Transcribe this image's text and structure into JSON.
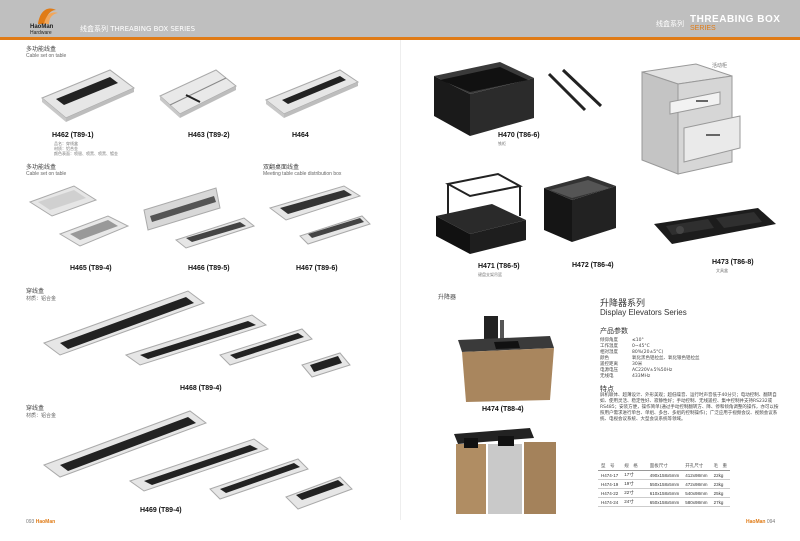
{
  "header": {
    "brand": "HaoMan",
    "brand_sub": "Hardware",
    "left_title": "线盒系列 THREABING BOX SERIES",
    "right_cn": "线盒系列",
    "right_en": "THREABING BOX",
    "right_sub": "SERIES"
  },
  "sections": {
    "s1": {
      "cn": "多功能线盒",
      "en": "Cable set on table"
    },
    "s2": {
      "cn": "多功能线盒",
      "en": "Cable set on table"
    },
    "s3": {
      "cn": "双翻桌面线盒",
      "en": "Meeting table cable distribution box"
    },
    "s4": {
      "cn": "穿线盒",
      "en": "材质：铝合金"
    },
    "s5": {
      "cn": "穿线盒",
      "en": "材质：铝合金"
    },
    "s6": {
      "cn": "升降器"
    }
  },
  "products": {
    "h462": {
      "code": "H462 (T89-1)",
      "note1": "品名：穿线盒",
      "note2": "材质：铝合金",
      "note3": "颜色表面：喷银、喷黑、喷黑、镀金"
    },
    "h463": {
      "code": "H463 (T89-2)"
    },
    "h464": {
      "code": "H464"
    },
    "h465": {
      "code": "H465 (T89-4)"
    },
    "h466": {
      "code": "H466 (T89-5)"
    },
    "h467": {
      "code": "H467 (T89-6)"
    },
    "h468": {
      "code": "H468 (T89-4)"
    },
    "h469": {
      "code": "H469 (T89-4)"
    },
    "h470": {
      "code": "H470 (T86-6)",
      "note": "铁柜"
    },
    "h471": {
      "code": "H471 (T86-5)",
      "note": "键盘支架吊篮"
    },
    "h472": {
      "code": "H472 (T86-4)"
    },
    "h473": {
      "code": "H473 (T86-8)",
      "note": "文具盒"
    },
    "h474": {
      "code": "H474 (T88-4)"
    },
    "cabinet_note": "活动柜"
  },
  "elevator": {
    "title": "升降器系列",
    "title_en": "Display Elevators Series",
    "params_title": "产品参数",
    "params": [
      {
        "k": "倾仰角度",
        "v": "≤10°"
      },
      {
        "k": "工作温度",
        "v": "0~45°C"
      },
      {
        "k": "相对湿度",
        "v": "80%(20±5°C)"
      },
      {
        "k": "颜色",
        "v": "氧化黑色铝拉丝、氧化银色铝拉丝"
      },
      {
        "k": "遥控距离",
        "v": "30米"
      },
      {
        "k": "电源电压",
        "v": "AC220V±5%50Hz"
      },
      {
        "k": "无线电",
        "v": "433MHz"
      }
    ],
    "features_title": "特点",
    "features": "屏机联体、超薄设计、外形美观；超低噪音、运行时声音低于40分贝；电动控制、翻转自如、使用灵活、稳定性好、寂静性好；手动控制、无线遥控、集中控制并支持RS232或RS485；安装方便，操作简单(通过手动控制翻转方、降、停和倾角调整的操作，亦可以按照用户需求进行单台、单组、多台、多组的控制操作)；广泛应用于视频会议、视频会议系统、电视会议系统、大型会议系统等领域。",
    "table": {
      "headers": [
        "型　号",
        "规　格",
        "",
        "面板尺寸",
        "开孔尺寸",
        "毛　重"
      ],
      "rows": [
        [
          "H474-17",
          "17寸",
          "",
          "490x158x5mm",
          "412x98mm",
          "22kg"
        ],
        [
          "H474-19",
          "19寸",
          "",
          "550x158x5mm",
          "472x98mm",
          "23kg"
        ],
        [
          "H474-22",
          "22寸",
          "",
          "610x158x5mm",
          "540x98mm",
          "25kg"
        ],
        [
          "H474-24",
          "24寸",
          "",
          "650x158x5mm",
          "580x98mm",
          "27kg"
        ]
      ]
    }
  },
  "footer": {
    "left_page": "093",
    "left_brand": "HaoMan",
    "right_brand": "HaoMan",
    "right_page": "094"
  }
}
